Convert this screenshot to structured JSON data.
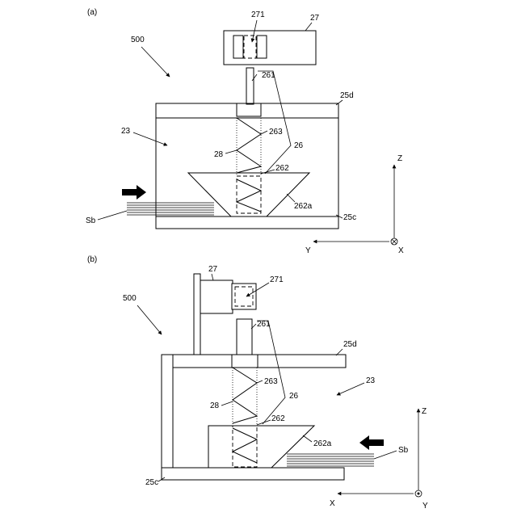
{
  "view_a": {
    "caption": "(a)",
    "labels": {
      "device": "500",
      "motor": "27",
      "motor_inner": "271",
      "shaft": "261",
      "plate_top": "25d",
      "chamber": "23",
      "spring": "263",
      "bellows": "28",
      "assembly": "26",
      "head": "262",
      "head_slope": "262a",
      "plate_bottom": "25c",
      "sheet": "Sb"
    },
    "axes": {
      "vertical": "Z",
      "horizontal": "Y",
      "depth": "X"
    }
  },
  "view_b": {
    "caption": "(b)",
    "labels": {
      "device": "500",
      "motor": "27",
      "motor_inner": "271",
      "shaft": "261",
      "plate_top": "25d",
      "chamber": "23",
      "spring": "263",
      "bellows": "28",
      "assembly": "26",
      "head": "262",
      "head_slope": "262a",
      "plate_bottom": "25c",
      "sheet": "Sb"
    },
    "axes": {
      "vertical": "Z",
      "horizontal": "X",
      "depth": "Y"
    }
  }
}
